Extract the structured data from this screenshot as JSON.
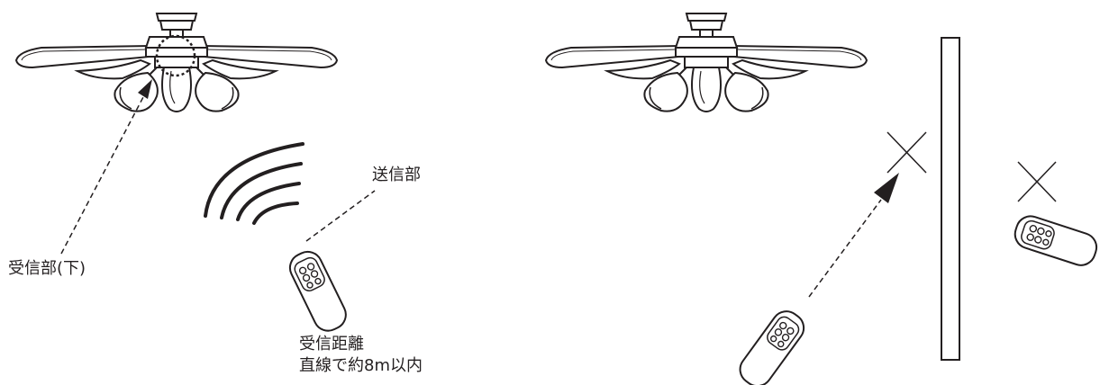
{
  "labels": {
    "receiver": "受信部(下)",
    "transmitter": "送信部",
    "distance_title": "受信距離",
    "distance_note": "直線で約8m以内"
  },
  "remote": {
    "button_text": "Θ88"
  },
  "colors": {
    "line": "#231f20",
    "background": "#ffffff"
  }
}
